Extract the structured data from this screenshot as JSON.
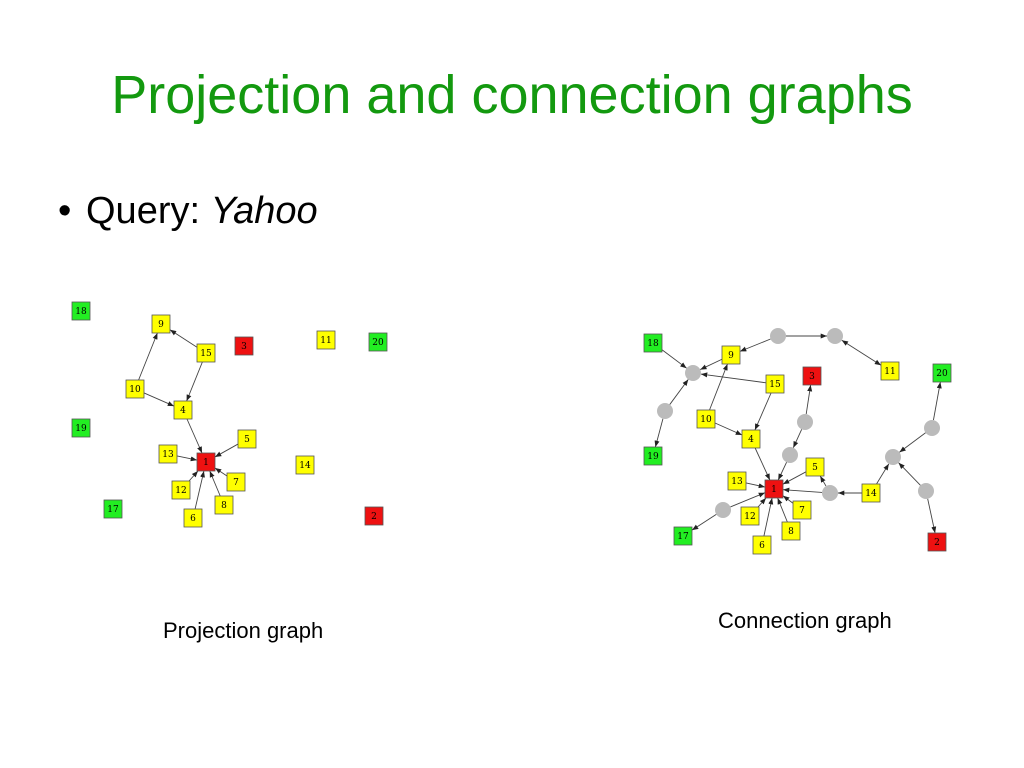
{
  "title": "Projection and connection graphs",
  "bullet": {
    "marker": "•",
    "label": "Query:",
    "query": "Yahoo"
  },
  "colors": {
    "title": "#13990f",
    "query_node": "#ee1111",
    "neighbor_node": "#ffff00",
    "other_node": "#22ee22",
    "intermediate_node": "#bbbbbb",
    "edge": "#444444"
  },
  "projection_graph": {
    "caption": "Projection graph",
    "nodes": [
      {
        "id": "18",
        "kind": "other"
      },
      {
        "id": "9",
        "kind": "neighbor"
      },
      {
        "id": "3",
        "kind": "query"
      },
      {
        "id": "11",
        "kind": "neighbor"
      },
      {
        "id": "20",
        "kind": "other"
      },
      {
        "id": "15",
        "kind": "neighbor"
      },
      {
        "id": "10",
        "kind": "neighbor"
      },
      {
        "id": "4",
        "kind": "neighbor"
      },
      {
        "id": "19",
        "kind": "other"
      },
      {
        "id": "5",
        "kind": "neighbor"
      },
      {
        "id": "13",
        "kind": "neighbor"
      },
      {
        "id": "1",
        "kind": "query"
      },
      {
        "id": "14",
        "kind": "neighbor"
      },
      {
        "id": "7",
        "kind": "neighbor"
      },
      {
        "id": "12",
        "kind": "neighbor"
      },
      {
        "id": "8",
        "kind": "neighbor"
      },
      {
        "id": "17",
        "kind": "other"
      },
      {
        "id": "6",
        "kind": "neighbor"
      },
      {
        "id": "2",
        "kind": "query"
      }
    ],
    "edges": [
      {
        "from": "10",
        "to": "9"
      },
      {
        "from": "15",
        "to": "9"
      },
      {
        "from": "15",
        "to": "4"
      },
      {
        "from": "10",
        "to": "4"
      },
      {
        "from": "4",
        "to": "1"
      },
      {
        "from": "13",
        "to": "1"
      },
      {
        "from": "5",
        "to": "1"
      },
      {
        "from": "7",
        "to": "1"
      },
      {
        "from": "12",
        "to": "1"
      },
      {
        "from": "8",
        "to": "1"
      },
      {
        "from": "6",
        "to": "1"
      }
    ]
  },
  "connection_graph": {
    "caption": "Connection graph",
    "nodes": [
      {
        "id": "18",
        "kind": "other"
      },
      {
        "id": "9",
        "kind": "neighbor"
      },
      {
        "id": "3",
        "kind": "query"
      },
      {
        "id": "11",
        "kind": "neighbor"
      },
      {
        "id": "20",
        "kind": "other"
      },
      {
        "id": "15",
        "kind": "neighbor"
      },
      {
        "id": "10",
        "kind": "neighbor"
      },
      {
        "id": "4",
        "kind": "neighbor"
      },
      {
        "id": "19",
        "kind": "other"
      },
      {
        "id": "5",
        "kind": "neighbor"
      },
      {
        "id": "13",
        "kind": "neighbor"
      },
      {
        "id": "1",
        "kind": "query"
      },
      {
        "id": "14",
        "kind": "neighbor"
      },
      {
        "id": "7",
        "kind": "neighbor"
      },
      {
        "id": "12",
        "kind": "neighbor"
      },
      {
        "id": "8",
        "kind": "neighbor"
      },
      {
        "id": "17",
        "kind": "other"
      },
      {
        "id": "6",
        "kind": "neighbor"
      },
      {
        "id": "2",
        "kind": "query"
      },
      {
        "id": "a",
        "kind": "intermediate"
      },
      {
        "id": "b",
        "kind": "intermediate"
      },
      {
        "id": "c",
        "kind": "intermediate"
      },
      {
        "id": "d",
        "kind": "intermediate"
      },
      {
        "id": "e",
        "kind": "intermediate"
      },
      {
        "id": "f",
        "kind": "intermediate"
      },
      {
        "id": "g",
        "kind": "intermediate"
      },
      {
        "id": "h",
        "kind": "intermediate"
      },
      {
        "id": "i",
        "kind": "intermediate"
      },
      {
        "id": "j",
        "kind": "intermediate"
      },
      {
        "id": "k",
        "kind": "intermediate"
      }
    ],
    "edges": [
      {
        "from": "18",
        "to": "a"
      },
      {
        "from": "9",
        "to": "a"
      },
      {
        "from": "15",
        "to": "a"
      },
      {
        "from": "10",
        "to": "9"
      },
      {
        "from": "10",
        "to": "4"
      },
      {
        "from": "15",
        "to": "4"
      },
      {
        "from": "b",
        "to": "9"
      },
      {
        "from": "b",
        "to": "c"
      },
      {
        "from": "c",
        "to": "11",
        "bidirectional": true
      },
      {
        "from": "d",
        "to": "a"
      },
      {
        "from": "d",
        "to": "19"
      },
      {
        "from": "e",
        "to": "3"
      },
      {
        "from": "e",
        "to": "f"
      },
      {
        "from": "4",
        "to": "1"
      },
      {
        "from": "13",
        "to": "1"
      },
      {
        "from": "f",
        "to": "1"
      },
      {
        "from": "5",
        "to": "1"
      },
      {
        "from": "7",
        "to": "1"
      },
      {
        "from": "12",
        "to": "1"
      },
      {
        "from": "8",
        "to": "1"
      },
      {
        "from": "6",
        "to": "1"
      },
      {
        "from": "g",
        "to": "1"
      },
      {
        "from": "g",
        "to": "17"
      },
      {
        "from": "h",
        "to": "1"
      },
      {
        "from": "h",
        "to": "5"
      },
      {
        "from": "14",
        "to": "h"
      },
      {
        "from": "14",
        "to": "i"
      },
      {
        "from": "j",
        "to": "i"
      },
      {
        "from": "j",
        "to": "2"
      },
      {
        "from": "k",
        "to": "i"
      },
      {
        "from": "k",
        "to": "20"
      }
    ]
  }
}
